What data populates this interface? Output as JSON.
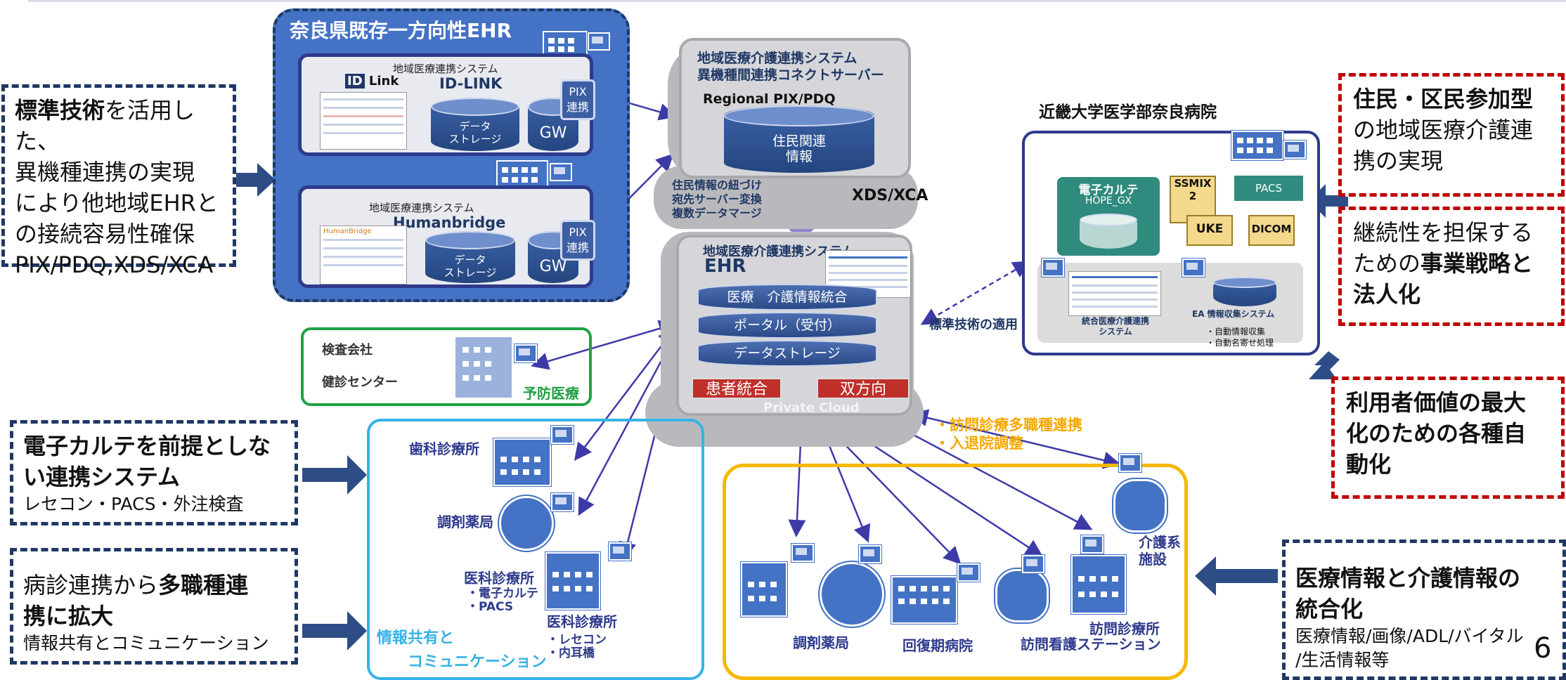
{
  "page_number": "6",
  "left_boxes": {
    "b1": {
      "bold1": "標準技術",
      "line1_rest": "を活用した、",
      "line2": "異機種連携の実現",
      "line3": "により他地域EHRと",
      "line4": "の接続容易性確保",
      "line5": "PIX/PDQ,XDS/XCA"
    },
    "b2": {
      "bold_line1": "電子カルテを前提としな",
      "bold_line2": "い連携システム",
      "sub": "レセコン・PACS・外注検査"
    },
    "b3": {
      "line1_pre": "病診連携から",
      "line1_bold": "多職種連",
      "line2_bold": "携に拡大",
      "sub": "情報共有とコミュニケーション"
    }
  },
  "right_boxes": {
    "r1": {
      "bold": "住民・区民参加型",
      "line2": "の地域医療介護連",
      "line3": "携の実現"
    },
    "r2": {
      "line1": "継続性を担保する",
      "line2_pre": "ための",
      "line2_bold": "事業戦略と",
      "line3_bold": "法人化"
    },
    "r3": {
      "line1": "利用者価値の最大",
      "line2": "化のための各種自",
      "line3": "動化"
    },
    "r4": {
      "bold1": "医療情報と介護情報の",
      "bold2": "統合化",
      "line3": "医療情報/画像/ADL/バイタル",
      "line4": "/生活情報等"
    }
  },
  "nara": {
    "title": "奈良県既存一方向性EHR",
    "sys1": {
      "caption": "地域医療連携システム",
      "name": "ID-LINK",
      "logo": "Link",
      "storage": "データ\nストレージ",
      "gw": "GW",
      "pix": "PIX\n連携"
    },
    "sys2": {
      "caption": "地域医療連携システム",
      "name": "Humanbridge",
      "logo": "HumanBridge",
      "storage": "データ\nストレージ",
      "gw": "GW",
      "pix": "PIX\n連携"
    }
  },
  "connect_server": {
    "title1": "地域医療介護連携システム",
    "title2": "異機種間連携コネクトサーバー",
    "pdq": "Regional PIX/PDQ",
    "db": "住民関連\n情報",
    "notes": "住民情報の紐づけ\n宛先サーバー変換\n複数データマージ",
    "xds": "XDS/XCA"
  },
  "ehr": {
    "caption": "地域医療介護連携システム",
    "title": "EHR",
    "layers": [
      "医療　介護情報統合",
      "ポータル（受付）",
      "データストレージ"
    ],
    "tag1": "患者統合",
    "tag2": "双方向",
    "cloud": "Private Cloud"
  },
  "hospital": {
    "title": "近畿大学医学部奈良病院",
    "emr": "電子カルテ",
    "emr_sub": "HOPE_GX",
    "pacs": "PACS",
    "ssmix": "SSMIX\n2",
    "uke": "UKE",
    "dicom": "DICOM",
    "integrated": "統合医療介護連携\nシステム",
    "collect": "EA 情報収集システム",
    "bullets": "・自動情報収集\n・自動名寄せ処理",
    "std_label": "標準技術の適用"
  },
  "prevent": {
    "company": "検査会社",
    "center": "健診センター",
    "label": "予防医療"
  },
  "cyan": {
    "dental": "歯科診療所",
    "pharmacy": "調剤薬局",
    "clinic1": "医科診療所",
    "clinic1_sub": "・電子カルテ\n・PACS",
    "clinic2": "医科診療所",
    "clinic2_sub": "・レセコン\n・内耳橋",
    "label": "情報共有と\n　　コミュニケーション"
  },
  "yellow": {
    "header": "・訪問診療多職種連携\n・入退院調整",
    "pharmacy": "調剤薬局",
    "rehab": "回復期病院",
    "nursing": "訪問看護ステーション",
    "home_clinic": "訪問診療所",
    "care": "介護系\n施設"
  },
  "colors": {
    "navy": "#1f3864",
    "red": "#c00000",
    "blue": "#4472c4",
    "green": "#22a045",
    "cyan": "#35b3e6",
    "yellow": "#f5b800",
    "purple": "#5a3fa8"
  }
}
